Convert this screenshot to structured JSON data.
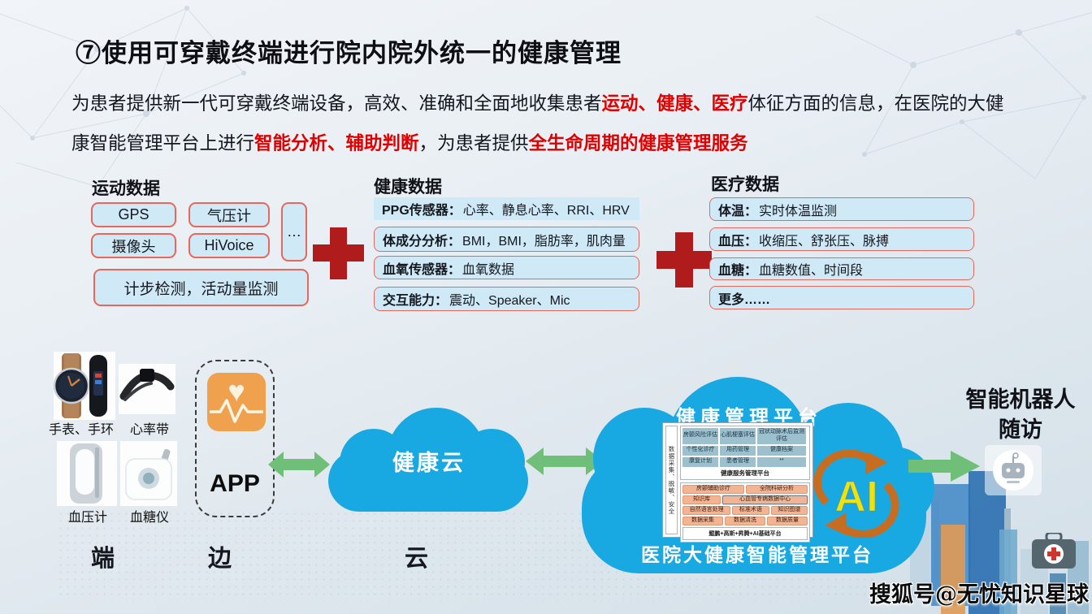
{
  "slide": {
    "title": "⑦使用可穿戴终端进行院内院外统一的健康管理",
    "intro": {
      "seg1": "为患者提供新一代可穿戴终端设备，高效、准确和全面地收集患者",
      "seg2_red": "运动、健康、医疗",
      "seg3": "体征方面的信息，在医院的大健康智能管理平台上进行",
      "seg4_red": "智能分析、辅助判断",
      "seg5": "，为患者提供",
      "seg6_red": "全生命周期的健康管理服务"
    }
  },
  "sport": {
    "title": "运动数据",
    "gps": "GPS",
    "barometer": "气压计",
    "more": "…",
    "camera": "摄像头",
    "hivoice": "HiVoice",
    "wide": "计步检测，活动量监测"
  },
  "health": {
    "title": "健康数据",
    "rows": [
      {
        "label": "PPG传感器：",
        "value": "心率、静息心率、RRI、HRV"
      },
      {
        "label": "体成分分析：",
        "value": "BMI，BMI，脂肪率，肌肉量"
      },
      {
        "label": "血氧传感器：",
        "value": "血氧数据"
      },
      {
        "label": "交互能力：",
        "value": "震动、Speaker、Mic"
      }
    ]
  },
  "medical": {
    "title": "医疗数据",
    "rows": [
      {
        "label": "体温：",
        "value": "实时体温监测"
      },
      {
        "label": "血压：",
        "value": "收缩压、舒张压、脉搏"
      },
      {
        "label": "血糖：",
        "value": "血糖数值、时间段"
      },
      {
        "label": "更多……",
        "value": ""
      }
    ]
  },
  "edge": {
    "devices": [
      {
        "label": "手表、手环"
      },
      {
        "label": "心率带"
      },
      {
        "label": "血压计"
      },
      {
        "label": "血糖仪"
      }
    ],
    "app_label": "APP",
    "layer_device": "端",
    "layer_edge": "边",
    "layer_cloud": "云"
  },
  "cloud": {
    "health_cloud": "健康云",
    "platform_top": "健康管理平台",
    "platform_bottom": "医院大健康智能管理平台",
    "side_label": "数据采集、脱敏、安全",
    "service": {
      "r1": [
        "房颤风险评估",
        "心肌梗塞评估",
        "冠状动脉术后监测评估"
      ],
      "r2": [
        "个性化诊疗",
        "用药管理",
        "健康档案"
      ],
      "r3": [
        "康复计划",
        "患者管理",
        "**"
      ],
      "label": "健康服务管理平台"
    },
    "ai_layer": {
      "r1": [
        "房颤辅助诊疗",
        "全院科研分析"
      ],
      "r2": [
        "知识库",
        "心血管专病数据中心"
      ],
      "r3": [
        "自然语言处理",
        "标准术语",
        "知识图谱"
      ],
      "r4": [
        "数据采集",
        "数据清洗",
        "数据质量"
      ],
      "base": "鲲鹏+高斯+昇腾+AI基础平台"
    },
    "ai_badge": "AI"
  },
  "robot": {
    "line1": "智能机器人",
    "line2": "随访"
  },
  "watermark": "搜狐号@无忧知识星球",
  "colors": {
    "cloud_blue": "#18a9e2",
    "arrow_green": "#6fbf78",
    "plus_red": "#b01b1b",
    "box_bg": "#cfe9f7",
    "box_border": "#e4695c",
    "accent_red": "#e00000",
    "ai_yellow": "#f4e300",
    "ai_orange": "#c76d22",
    "teal_box": "#9dc0ce",
    "salmon_box": "#f3b493"
  }
}
